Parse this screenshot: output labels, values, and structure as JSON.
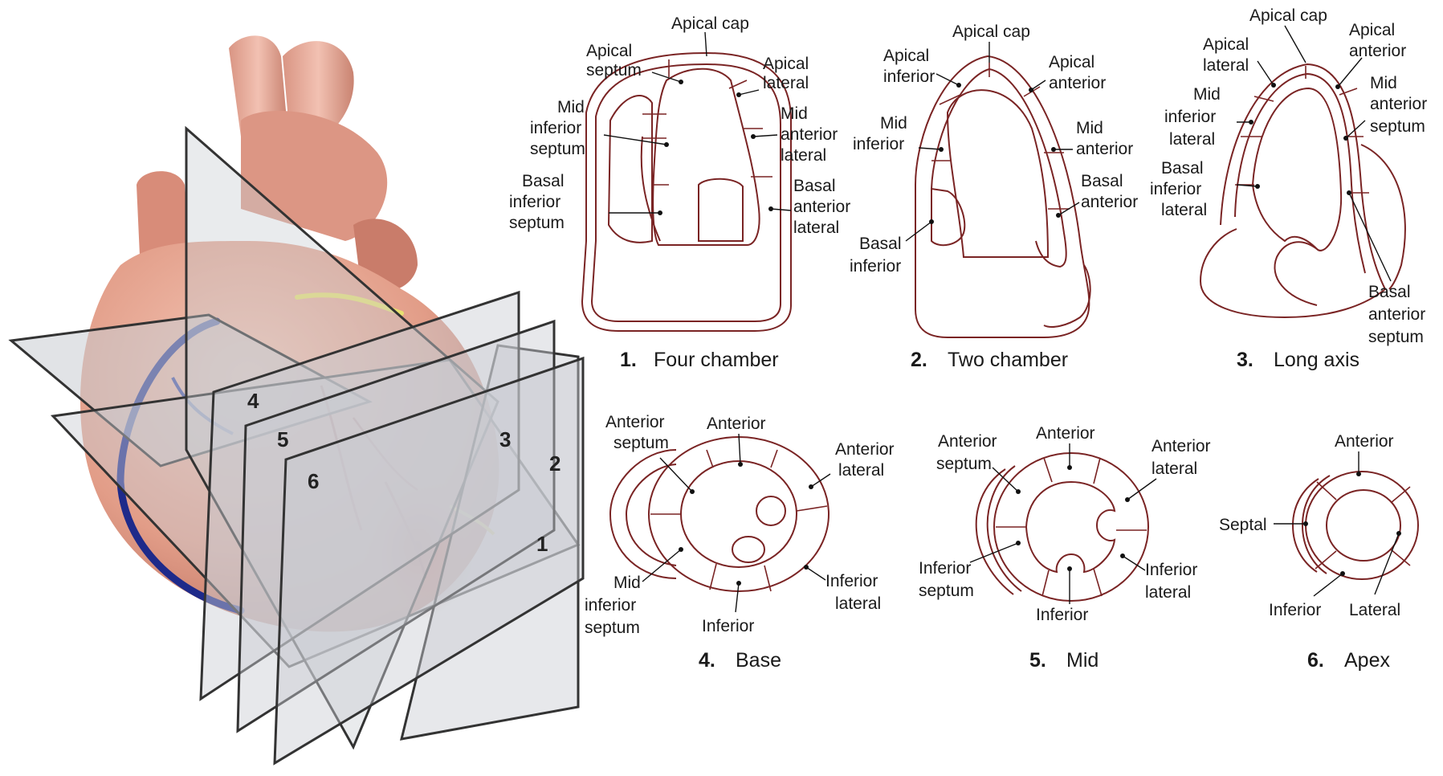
{
  "colors": {
    "heart": "#e9a794",
    "heart_shadow": "#c97a6a",
    "myocardium_outline": "#7a2424",
    "artery_blue": "#1e2a8a",
    "artery_yellow": "#e8e070",
    "plane_fill": "#c9ccd2"
  },
  "planes": {
    "n1": "1",
    "n2": "2",
    "n3": "3",
    "n4": "4",
    "n5": "5",
    "n6": "6"
  },
  "views": {
    "four_chamber": {
      "number": "1.",
      "title": "Four chamber",
      "labels": {
        "apical_cap": "Apical cap",
        "apical_septum_1": "Apical",
        "apical_septum_2": "septum",
        "apical_lateral_1": "Apical",
        "apical_lateral_2": "lateral",
        "mid_inf_sep_1": "Mid",
        "mid_inf_sep_2": "inferior",
        "mid_inf_sep_3": "septum",
        "mid_ant_lat_1": "Mid",
        "mid_ant_lat_2": "anterior",
        "mid_ant_lat_3": "lateral",
        "basal_inf_sep_1": "Basal",
        "basal_inf_sep_2": "inferior",
        "basal_inf_sep_3": "septum",
        "basal_ant_lat_1": "Basal",
        "basal_ant_lat_2": "anterior",
        "basal_ant_lat_3": "lateral"
      }
    },
    "two_chamber": {
      "number": "2.",
      "title": "Two chamber",
      "labels": {
        "apical_cap": "Apical cap",
        "apical_inferior_1": "Apical",
        "apical_inferior_2": "inferior",
        "apical_anterior_1": "Apical",
        "apical_anterior_2": "anterior",
        "mid_inferior_1": "Mid",
        "mid_inferior_2": "inferior",
        "mid_anterior_1": "Mid",
        "mid_anterior_2": "anterior",
        "basal_anterior_1": "Basal",
        "basal_anterior_2": "anterior",
        "basal_inferior_1": "Basal",
        "basal_inferior_2": "inferior"
      }
    },
    "long_axis": {
      "number": "3.",
      "title": "Long axis",
      "labels": {
        "apical_cap": "Apical cap",
        "apical_lateral_1": "Apical",
        "apical_lateral_2": "lateral",
        "apical_anterior_1": "Apical",
        "apical_anterior_2": "anterior",
        "mid_inf_lat_1": "Mid",
        "mid_inf_lat_2": "inferior",
        "mid_inf_lat_3": "lateral",
        "mid_ant_sep_1": "Mid",
        "mid_ant_sep_2": "anterior",
        "mid_ant_sep_3": "septum",
        "basal_inf_lat_1": "Basal",
        "basal_inf_lat_2": "inferior",
        "basal_inf_lat_3": "lateral",
        "basal_ant_sep_1": "Basal",
        "basal_ant_sep_2": "anterior",
        "basal_ant_sep_3": "septum"
      }
    },
    "base": {
      "number": "4.",
      "title": "Base",
      "labels": {
        "anterior": "Anterior",
        "anterior_septum_1": "Anterior",
        "anterior_septum_2": "septum",
        "anterior_lateral_1": "Anterior",
        "anterior_lateral_2": "lateral",
        "inferior_lateral_1": "Inferior",
        "inferior_lateral_2": "lateral",
        "inferior": "Inferior",
        "mid_inf_sep_1": "Mid",
        "mid_inf_sep_2": "inferior",
        "mid_inf_sep_3": "septum"
      }
    },
    "mid": {
      "number": "5.",
      "title": "Mid",
      "labels": {
        "anterior": "Anterior",
        "anterior_septum_1": "Anterior",
        "anterior_septum_2": "septum",
        "anterior_lateral_1": "Anterior",
        "anterior_lateral_2": "lateral",
        "inferior_lateral_1": "Inferior",
        "inferior_lateral_2": "lateral",
        "inferior": "Inferior",
        "inferior_septum_1": "Inferior",
        "inferior_septum_2": "septum"
      }
    },
    "apex": {
      "number": "6.",
      "title": "Apex",
      "labels": {
        "anterior": "Anterior",
        "septal": "Septal",
        "inferior": "Inferior",
        "lateral": "Lateral"
      }
    }
  }
}
